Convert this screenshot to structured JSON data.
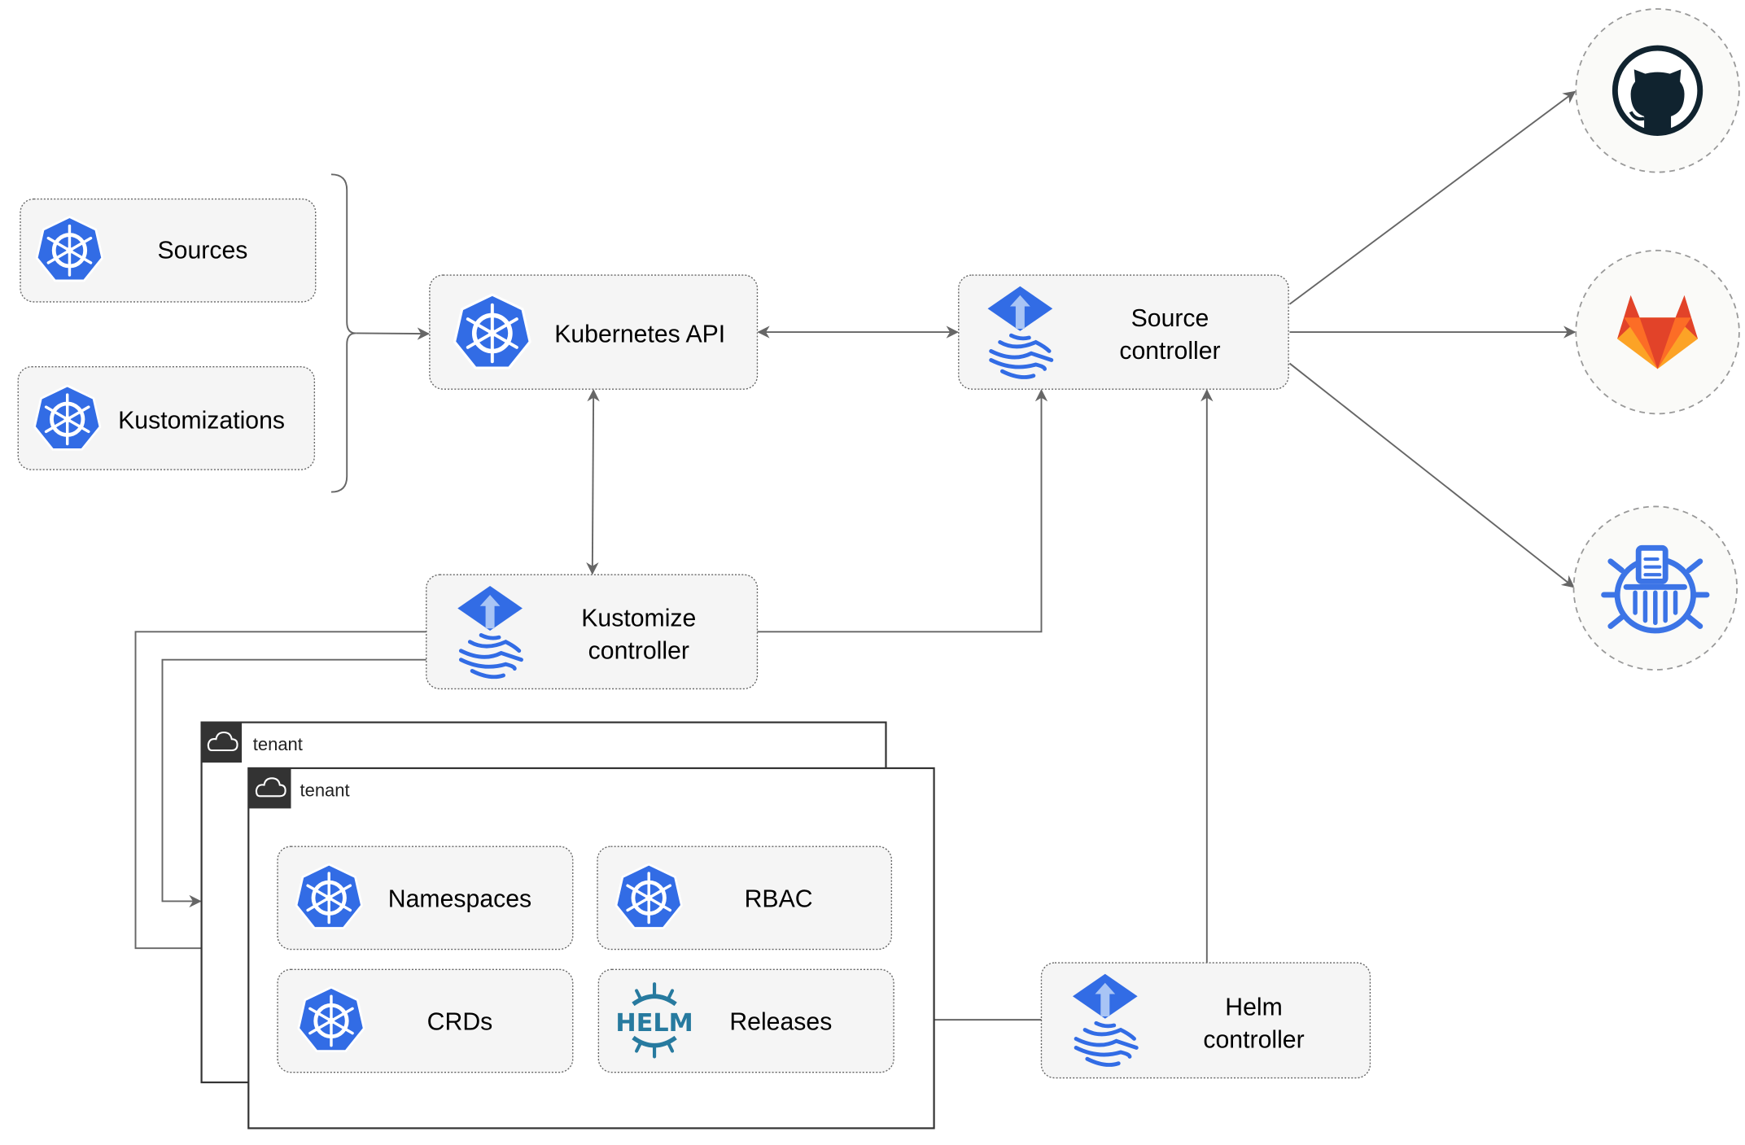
{
  "nodes": {
    "sources": "Sources",
    "kustomizations": "Kustomizations",
    "kubernetes_api": "Kubernetes API",
    "source_controller": [
      "Source",
      "controller"
    ],
    "kustomize_controller": [
      "Kustomize",
      "controller"
    ],
    "helm_controller": [
      "Helm",
      "controller"
    ],
    "namespaces": "Namespaces",
    "rbac": "RBAC",
    "crds": "CRDs",
    "releases": "Releases"
  },
  "tenants": [
    "tenant",
    "tenant"
  ],
  "helm_logo_text": "HELM",
  "external_sources": [
    "github-icon",
    "gitlab-icon",
    "bucket-icon"
  ],
  "colors": {
    "kubernetes_blue": "#326ce5",
    "helm_teal": "#277a9f",
    "github_dark": "#10232f",
    "gitlab_orange": "#e24329",
    "edge_gray": "#666666",
    "tenant_header": "#333333"
  }
}
